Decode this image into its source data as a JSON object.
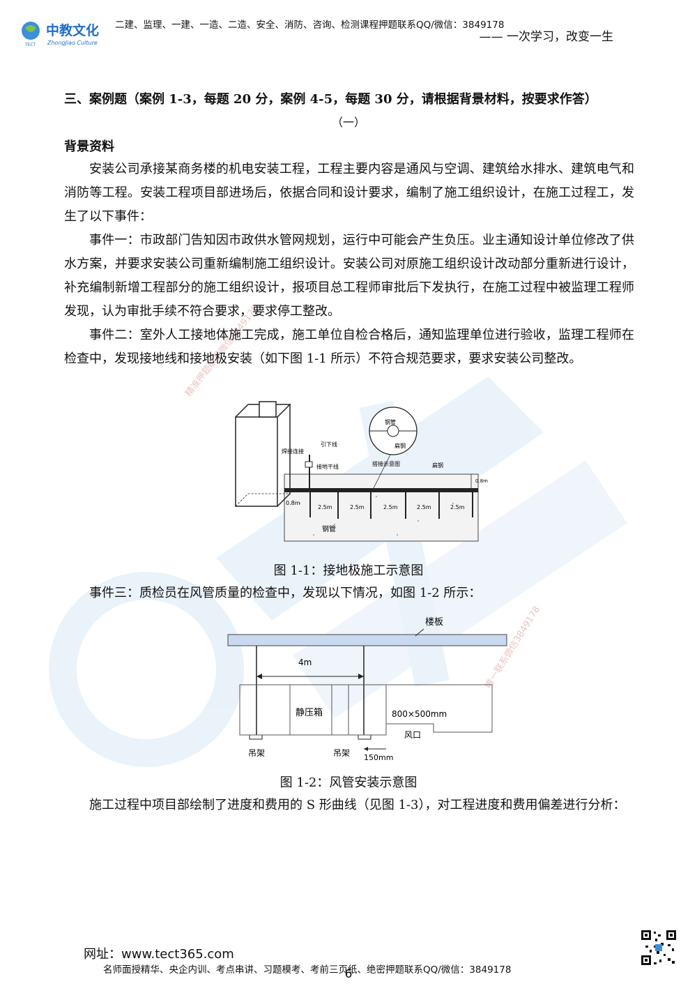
{
  "header": {
    "logo_text": "中教文化",
    "logo_sub": "ZhongJiao Culture",
    "logo_mark": "TECT",
    "ad": "二建、监理、一建、一造、二造、安全、消防、咨询、检测课程押题联系QQ/微信：3849178",
    "slogan": "—— 一次学习，改变一生"
  },
  "watermark": {
    "red1": "精准押题联系微信3849178",
    "red2": "唯一联系微信3849178"
  },
  "section": {
    "title": "三、案例题（案例 1-3，每题 20 分，案例 4-5，每题 30 分，请根据背景材料，按要求作答）",
    "sub_number": "（一）",
    "background_title": "背景资料"
  },
  "paragraphs": {
    "p1": "安装公司承接某商务楼的机电安装工程，工程主要内容是通风与空调、建筑给水排水、建筑电气和消防等工程。安装工程项目部进场后，依据合同和设计要求，编制了施工组织设计，在施工过程工，发生了以下事件：",
    "p2": "事件一：市政部门告知因市政供水管网规划，运行中可能会产生负压。业主通知设计单位修改了供水方案，并要求安装公司重新编制施工组织设计。安装公司对原施工组织设计改动部分重新进行设计，补充编制新增工程部分的施工组织设计，报项目总工程师审批后下发执行，在施工过程中被监理工程师发现，认为审批手续不符合要求，要求停工整改。",
    "p3": "事件二：室外人工接地体施工完成，施工单位自检合格后，通知监理单位进行验收，监理工程师在检查中，发现接地线和接地极安装（如下图 1-1 所示）不符合规范要求，要求安装公司整改。",
    "p4": "事件三：质检员在风管质量的检查中，发现以下情况，如图 1-2 所示：",
    "p5": "施工过程中项目部绘制了进度和费用的 S 形曲线（见图 1-3），对工程进度和费用偏差进行分析："
  },
  "figure1": {
    "caption": "图 1-1：接地极施工示意图",
    "labels": {
      "weld": "焊接连接",
      "down_lead": "引下线",
      "ground_trunk": "接地干线",
      "steel_pipe_circle": "钢管",
      "flat_steel_circle": "扁钢",
      "overlap": "搭接示意图",
      "flat_steel": "扁钢",
      "depth": "0.8m",
      "spacing_left": "0.8m",
      "spacing1": "2.5m",
      "spacing2": "2.5m",
      "spacing3": "2.5m",
      "spacing4": "2.5m",
      "spacing5": "2.5m",
      "steel_pipe": "钢管"
    }
  },
  "figure2": {
    "caption": "图 1-2：风管安装示意图",
    "labels": {
      "floor": "楼板",
      "span": "4m",
      "plenum": "静压箱",
      "duct": "800×500mm",
      "outlet": "风口",
      "hanger_left": "吊架",
      "hanger_right": "吊架",
      "offset": "150mm"
    }
  },
  "footer": {
    "url": "网址：www.tect365.com",
    "ad": "名师面授精华、央企内训、考点串讲、习题模考、考前三页纸、绝密押题联系QQ/微信：3849178",
    "page": "6"
  },
  "colors": {
    "logo_blue": "#1f6fc7",
    "watermark_blue": "#d6e8f6",
    "floor_fill": "#c9d9ef",
    "watermark_red": "#c85050"
  }
}
